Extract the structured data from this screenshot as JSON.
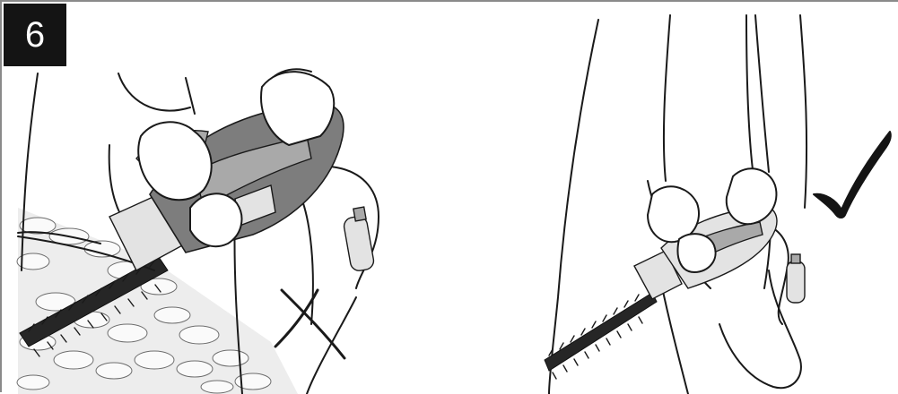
{
  "step": {
    "number": "6"
  },
  "panels": [
    {
      "id": "incorrect",
      "mark": "cross-icon"
    },
    {
      "id": "correct",
      "mark": "check-icon"
    }
  ],
  "colors": {
    "badge": "#141414",
    "ink": "#1a1a1a",
    "tool": "#7d7d7d"
  }
}
